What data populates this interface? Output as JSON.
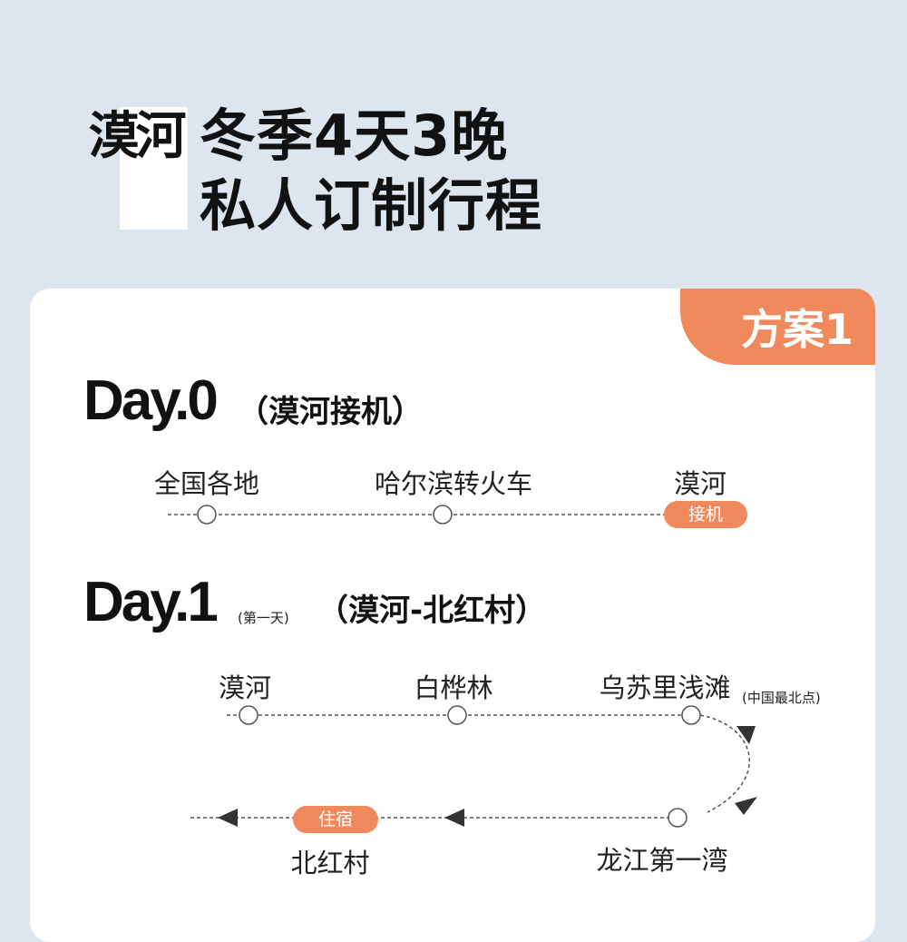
{
  "header": {
    "logo_text": "漠河",
    "title_line1": "冬季4天3晚",
    "title_line2": "私人订制行程"
  },
  "plan_label": "方案1",
  "day0": {
    "title": "Day.0",
    "subtitle": "（漠河接机）",
    "stops": [
      "全国各地",
      "哈尔滨转火车",
      "漠河"
    ],
    "badge": "接机"
  },
  "day1": {
    "title": "Day.1",
    "small": "(第一天)",
    "subtitle": "（漠河-北红村）",
    "stops": [
      "漠河",
      "白桦林",
      "乌苏里浅滩",
      "龙江第一湾",
      "北红村"
    ],
    "note": "(中国最北点)",
    "badge": "住宿"
  },
  "colors": {
    "accent": "#f08a5d",
    "background": "#dde6ef"
  }
}
